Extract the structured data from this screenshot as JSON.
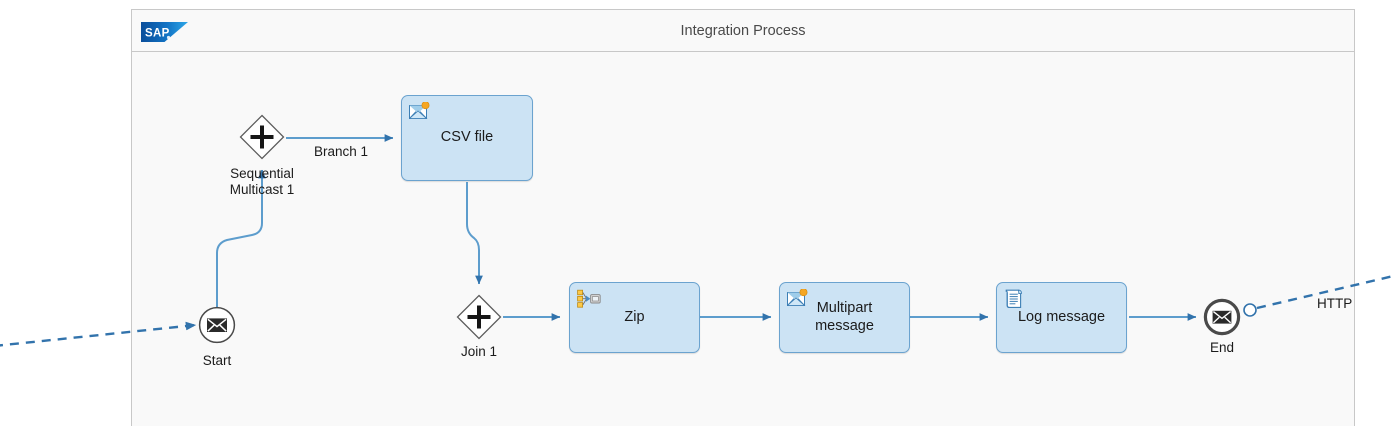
{
  "pool": {
    "title": "Integration Process",
    "logo_text": "SAP",
    "logo_name": "sap-logo"
  },
  "colors": {
    "canvas": "#f9f9f9",
    "pool_border": "#c8c8c8",
    "step_fill": "#cce3f4",
    "step_border": "#6ba3cf",
    "connector": "#4a8bc2",
    "message_flow": "#3273ac",
    "icon_accent": "#f5a623",
    "text": "#1b1b1b"
  },
  "nodes": [
    {
      "id": "start",
      "type": "start-event",
      "caption": "Start",
      "icon": "envelope-icon"
    },
    {
      "id": "multicast",
      "type": "parallel-gateway",
      "caption": "Sequential\nMulticast 1",
      "icon": "plus-icon"
    },
    {
      "id": "csv",
      "type": "task",
      "caption": "CSV file",
      "icon": "message-converter-icon"
    },
    {
      "id": "join",
      "type": "parallel-gateway",
      "caption": "Join 1",
      "icon": "plus-icon"
    },
    {
      "id": "zip",
      "type": "task",
      "caption": "Zip",
      "icon": "gather-icon"
    },
    {
      "id": "multipart",
      "type": "task",
      "caption": "Multipart\nmessage",
      "icon": "message-converter-icon"
    },
    {
      "id": "log",
      "type": "task",
      "caption": "Log message",
      "icon": "script-icon"
    },
    {
      "id": "end",
      "type": "end-event",
      "caption": "End",
      "icon": "envelope-icon"
    }
  ],
  "edge_labels": {
    "branch1": "Branch 1",
    "http": "HTTP"
  }
}
